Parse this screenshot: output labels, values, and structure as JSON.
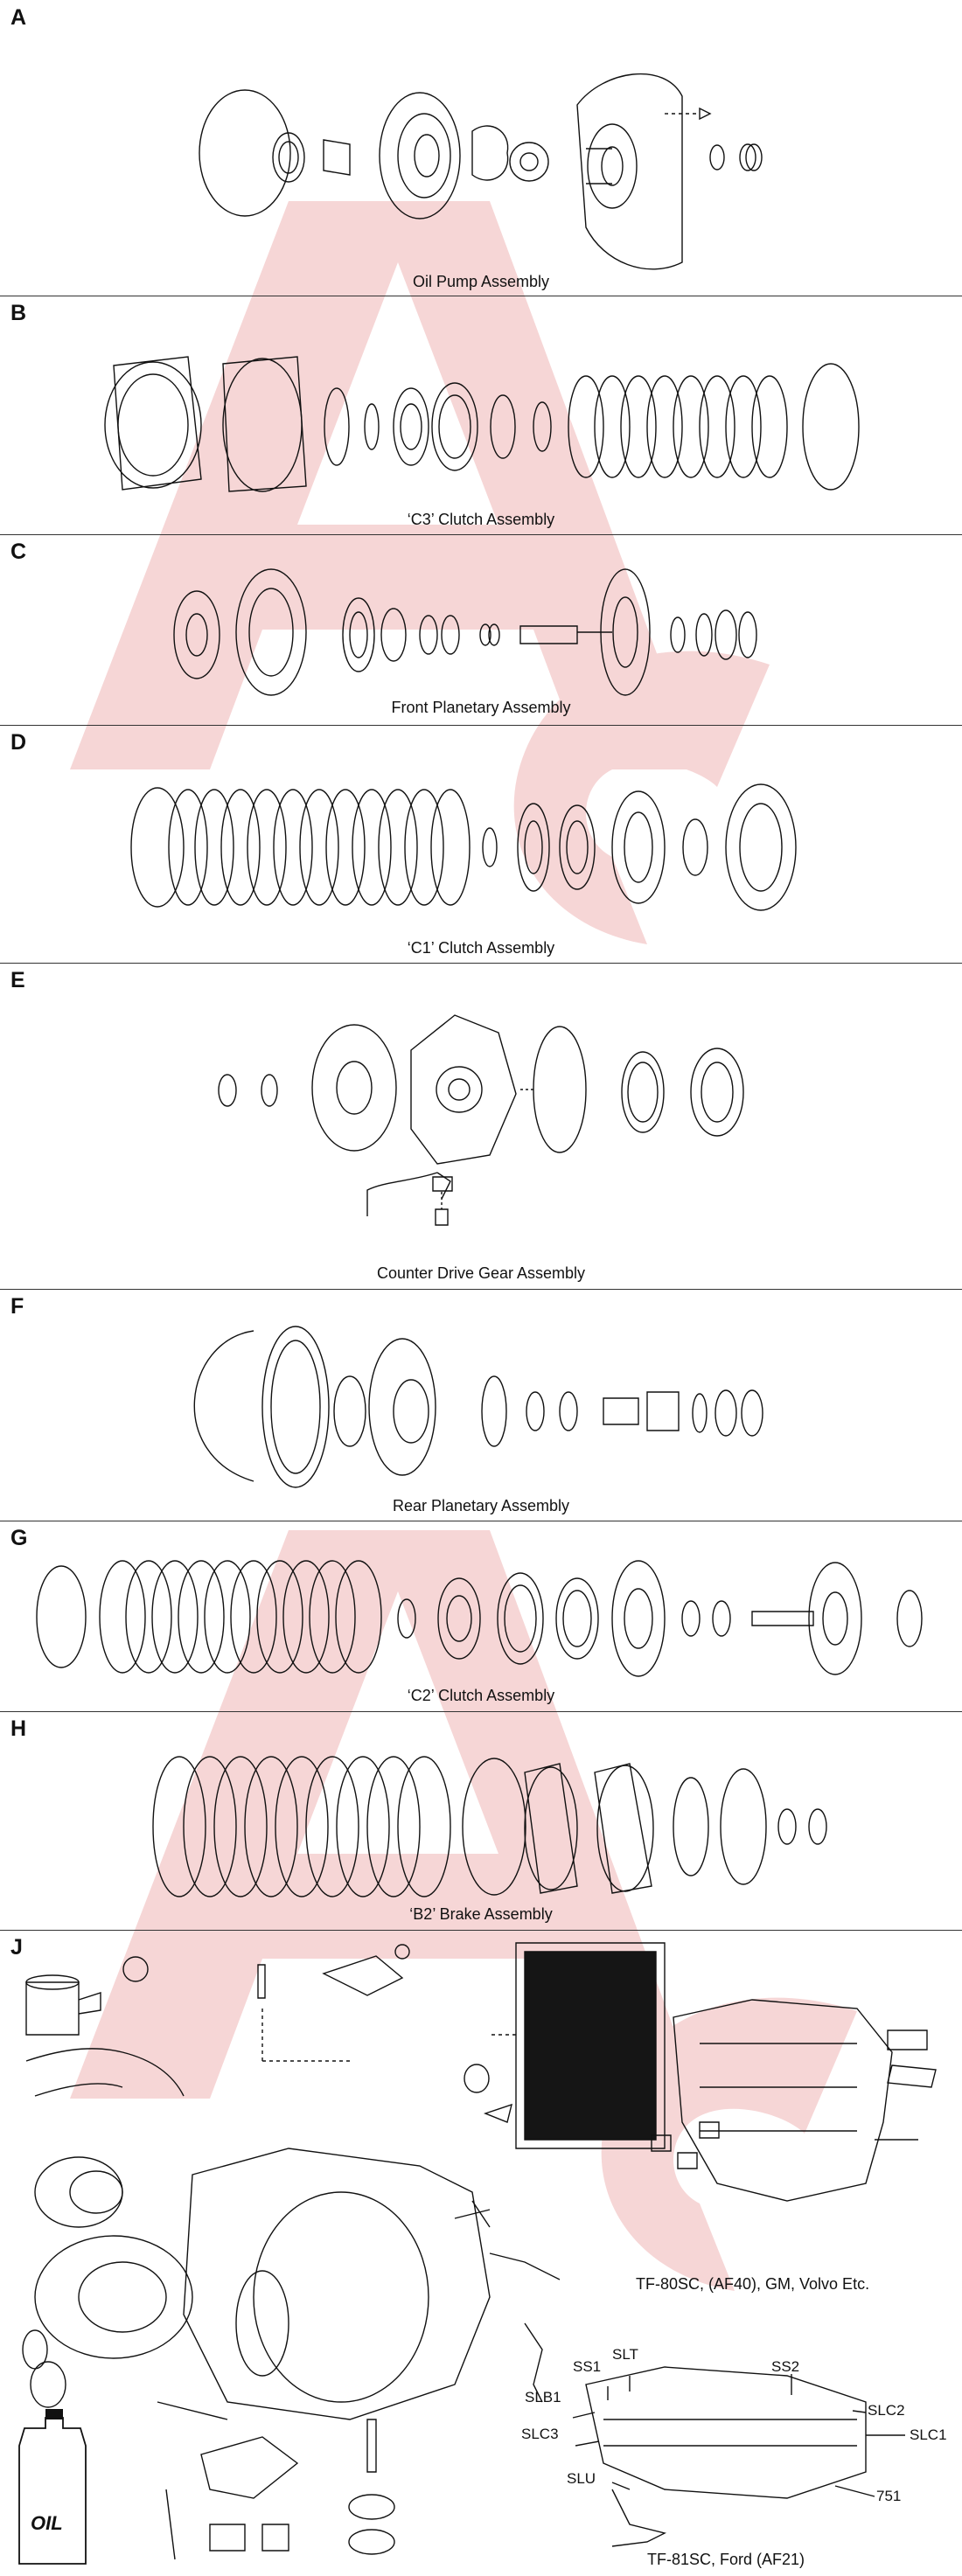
{
  "sections": [
    {
      "letter": "A",
      "caption": "Oil Pump Assembly"
    },
    {
      "letter": "B",
      "caption": "‘C3’ Clutch Assembly"
    },
    {
      "letter": "C",
      "caption": "Front Planetary Assembly"
    },
    {
      "letter": "D",
      "caption": "‘C1’ Clutch Assembly"
    },
    {
      "letter": "E",
      "caption": "Counter Drive Gear Assembly"
    },
    {
      "letter": "F",
      "caption": "Rear Planetary Assembly"
    },
    {
      "letter": "G",
      "caption": "‘C2’ Clutch Assembly"
    },
    {
      "letter": "H",
      "caption": "‘B2’ Brake Assembly"
    },
    {
      "letter": "J",
      "caption": ""
    }
  ],
  "valve_bodies": {
    "upper_label": "TF-80SC, (AF40), GM, Volvo Etc.",
    "lower_label": "TF-81SC, Ford (AF21)"
  },
  "callouts": {
    "ss1": "SS1",
    "slt": "SLT",
    "ss2": "SS2",
    "slb1": "SLB1",
    "slc2": "SLC2",
    "slc3": "SLC3",
    "slc1": "SLC1",
    "slu": "SLU",
    "v751": "751"
  },
  "oil_bottle": {
    "text": "OIL"
  },
  "colors": {
    "watermark": "#f6d6d6",
    "ink": "#111111",
    "rule": "#333333"
  }
}
